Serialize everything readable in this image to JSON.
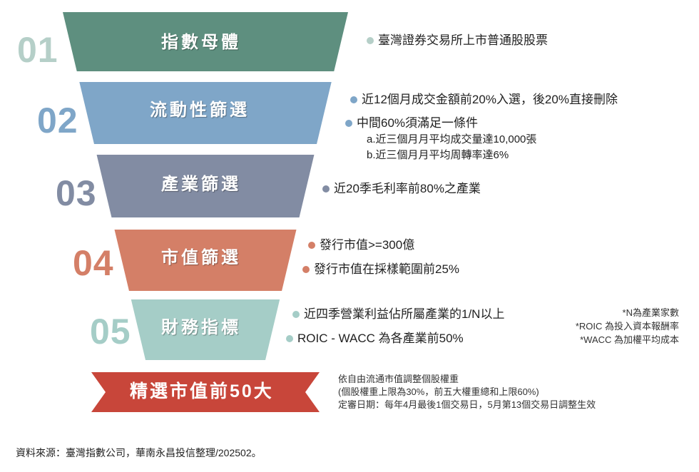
{
  "steps": [
    {
      "num": "01",
      "label": "指數母體",
      "color": "#5e8f7f",
      "num_color": "#b5cfc8",
      "bullets": [
        {
          "text": "臺灣證券交易所上市普通股股票",
          "dot": "#b5cfc8"
        }
      ]
    },
    {
      "num": "02",
      "label": "流動性篩選",
      "color": "#7fa6c8",
      "num_color": "#7fa6c8",
      "bullets": [
        {
          "text": "近12個月成交金額前20%入選，後20%直接刪除",
          "dot": "#7fa6c8"
        },
        {
          "text": "中間60%須滿足一條件",
          "dot": "#7fa6c8"
        }
      ],
      "subs": [
        "a.近三個月月平均成交量達10,000張",
        "b.近三個月月平均周轉率達6%"
      ]
    },
    {
      "num": "03",
      "label": "產業篩選",
      "color": "#828ca3",
      "num_color": "#828ca3",
      "bullets": [
        {
          "text": "近20季毛利率前80%之產業",
          "dot": "#828ca3"
        }
      ]
    },
    {
      "num": "04",
      "label": "市值篩選",
      "color": "#d47f67",
      "num_color": "#d47f67",
      "bullets": [
        {
          "text": "發行市值>=300億",
          "dot": "#d47f67"
        },
        {
          "text": "發行市值在採樣範圍前25%",
          "dot": "#d47f67"
        }
      ]
    },
    {
      "num": "05",
      "label": "財務指標",
      "color": "#a5cdc7",
      "num_color": "#a5cdc7",
      "bullets": [
        {
          "text": "近四季營業利益佔所屬產業的1/N以上",
          "dot": "#a5cdc7"
        },
        {
          "text": "ROIC - WACC 為各產業前50%",
          "dot": "#a5cdc7"
        }
      ]
    }
  ],
  "notes": [
    "*N為產業家數",
    "*ROIC 為投入資本報酬率",
    "*WACC 為加權平均成本"
  ],
  "final": {
    "label": "精選市值前50大",
    "color": "#c8463a",
    "desc": [
      "依自由流通市值調整個股權重",
      "(個股權重上限為30%，前五大權重總和上限60%)",
      "定審日期：每年4月最後1個交易日，5月第13個交易日調整生效"
    ]
  },
  "source": "資料來源：臺灣指數公司，華南永昌投信整理/202502。"
}
